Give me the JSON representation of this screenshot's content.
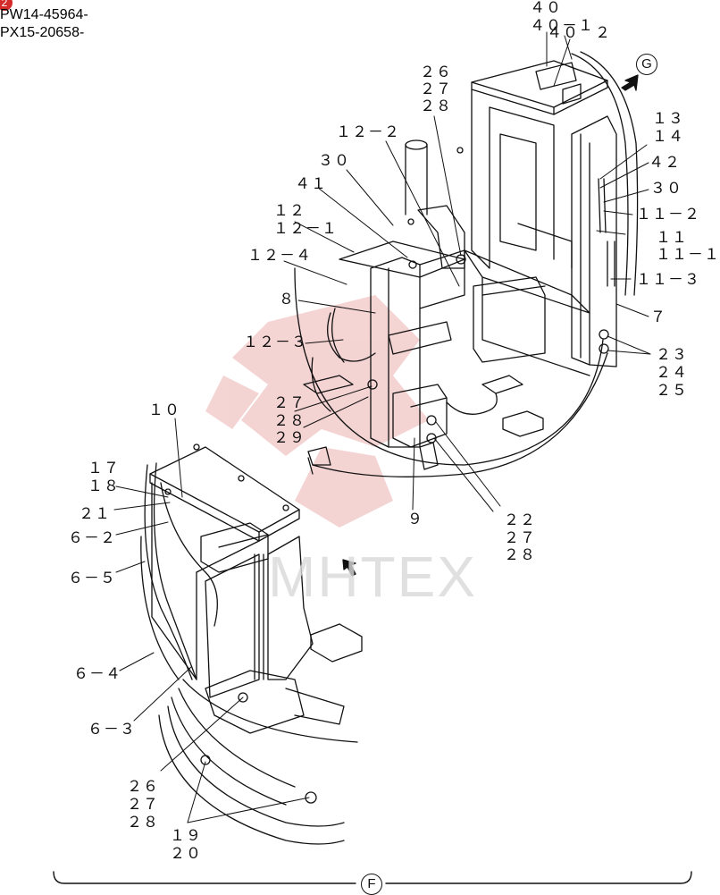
{
  "header": {
    "badge": "2",
    "serial_1": "PW14-45964-",
    "serial_2": "PX15-20658-"
  },
  "watermark": "MHTEX",
  "view_labels": {
    "g": "G",
    "f": "F"
  },
  "callouts": {
    "c40": "４０",
    "c40_1": "４０－１",
    "c40_2": "４０　２",
    "c26a": "２６",
    "c27a": "２７",
    "c28a": "２８",
    "c12_2": "１２－２",
    "c13": "１３",
    "c14": "１４",
    "c42": "４２",
    "c30a": "３０",
    "c30b": "３０",
    "c41": "４１",
    "c11_2": "１１－２",
    "c11": "１１",
    "c11_1": "１１－１",
    "c12": "１２",
    "c12_1": "１２－１",
    "c12_4": "１２－４",
    "c11_3": "１１－３",
    "c8": "８",
    "c7": "７",
    "c12_3": "１２－３",
    "c23": "２３",
    "c24": "２４",
    "c25": "２５",
    "c27b": "２７",
    "c28b": "２８",
    "c29": "２９",
    "c10": "１０",
    "c17": "１７",
    "c18": "１８",
    "c21": "２１",
    "c6_2": "６－２",
    "c22": "２２",
    "c27c": "２７",
    "c28c": "２８",
    "c9": "９",
    "c6_5": "６－５",
    "c6_4": "６－４",
    "c6_3": "６－３",
    "c26b": "２６",
    "c27d": "２７",
    "c28d": "２８",
    "c19": "１９",
    "c20": "２０"
  }
}
